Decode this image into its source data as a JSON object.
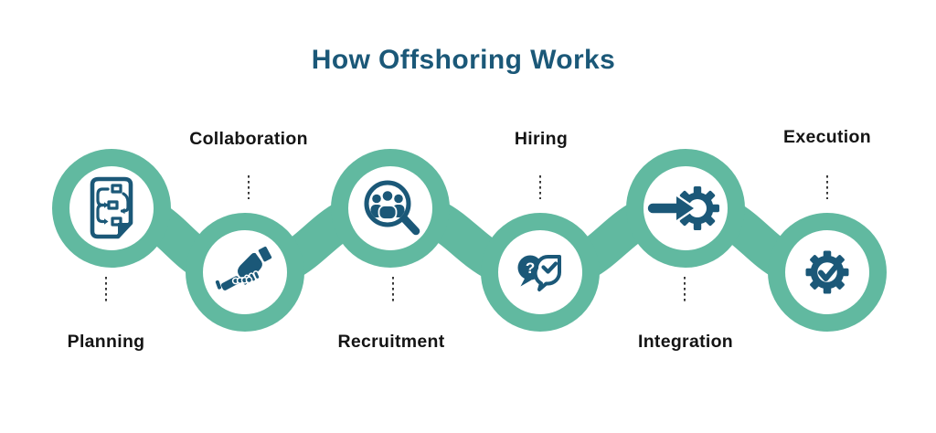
{
  "title": "How Offshoring Works",
  "colors": {
    "chain_teal": "#61b9a0",
    "icon_navy": "#1b5878",
    "title_color": "#1b5878",
    "label_color": "#141414",
    "dotted_line_color": "#3a3a3a",
    "background": "#ffffff"
  },
  "icons": {
    "question_mark": "?"
  },
  "steps": [
    {
      "label": "Planning",
      "icon": "flowchart-document-icon",
      "label_position": "below"
    },
    {
      "label": "Collaboration",
      "icon": "handshake-icon",
      "label_position": "above"
    },
    {
      "label": "Recruitment",
      "icon": "candidate-search-icon",
      "label_position": "below"
    },
    {
      "label": "Hiring",
      "icon": "interview-chat-icon",
      "label_position": "above"
    },
    {
      "label": "Integration",
      "icon": "arrow-into-gear-icon",
      "label_position": "below"
    },
    {
      "label": "Execution",
      "icon": "gear-check-icon",
      "label_position": "above"
    }
  ]
}
